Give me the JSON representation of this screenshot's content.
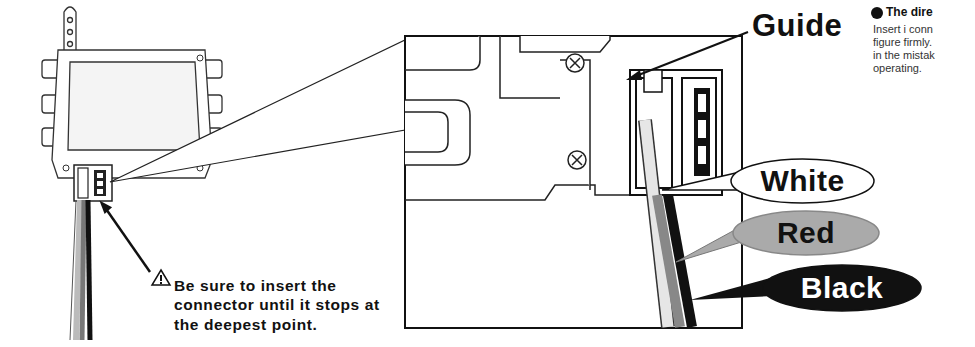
{
  "diagram": {
    "nodes": [
      {
        "text": [
          "White"
        ]
      },
      {
        "text": [
          "Red"
        ]
      },
      {
        "text": [
          "Black"
        ]
      }
    ],
    "labels": [
      "Guide",
      "Be sure to insert the connector until it stops at the deepest point.",
      "The dire",
      "Insert i conn",
      "figure firmly.",
      "in the mistak",
      "operating."
    ]
  }
}
